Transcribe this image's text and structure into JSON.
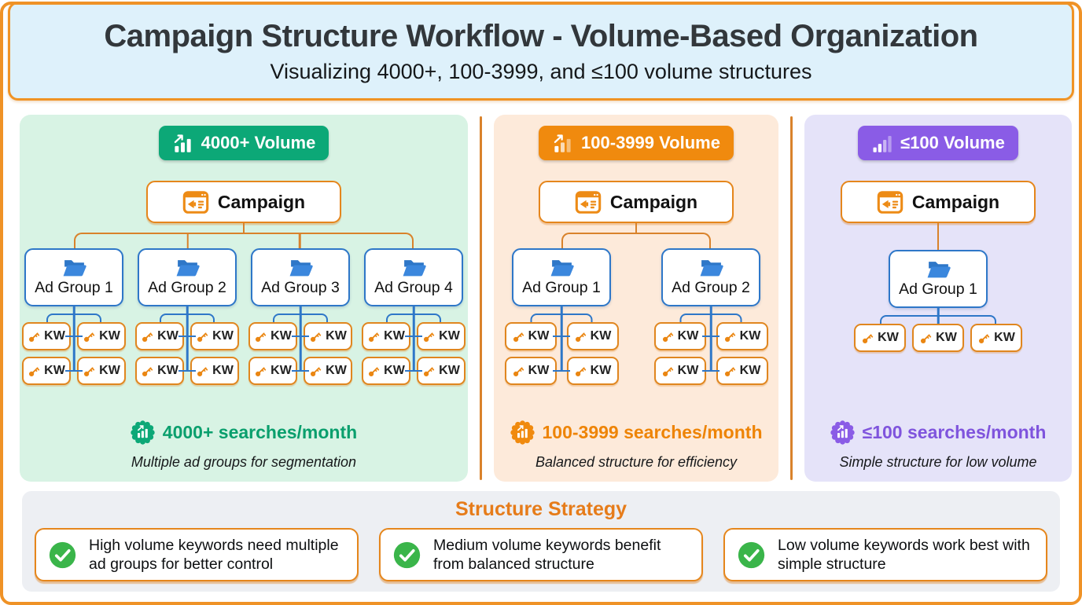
{
  "header": {
    "title": "Campaign Structure Workflow - Volume-Based Organization",
    "subtitle": "Visualizing 4000+, 100-3999, and ≤100 volume structures"
  },
  "columns": [
    {
      "badge_label": "4000+ Volume",
      "badge_color": "#0ca877",
      "background": "#d8f3e4",
      "campaign_label": "Campaign",
      "ad_groups": [
        "Ad Group 1",
        "Ad Group 2",
        "Ad Group 3",
        "Ad Group 4"
      ],
      "kw_label": "KW",
      "keywords_per_group": 4,
      "footer_stat": "4000+ searches/month",
      "footer_note": "Multiple ad groups for segmentation"
    },
    {
      "badge_label": "100-3999 Volume",
      "badge_color": "#f08a0e",
      "background": "#fdeada",
      "campaign_label": "Campaign",
      "ad_groups": [
        "Ad Group 1",
        "Ad Group 2"
      ],
      "kw_label": "KW",
      "keywords_per_group": 4,
      "footer_stat": "100-3999 searches/month",
      "footer_note": "Balanced structure for efficiency"
    },
    {
      "badge_label": "≤100 Volume",
      "badge_color": "#8a5ce6",
      "background": "#e5e3f9",
      "campaign_label": "Campaign",
      "ad_groups": [
        "Ad Group 1"
      ],
      "kw_label": "KW",
      "keywords_per_group": 3,
      "footer_stat": "≤100 searches/month",
      "footer_note": "Simple structure for low volume"
    }
  ],
  "strategy": {
    "title": "Structure Strategy",
    "items": [
      {
        "text": "High volume keywords need multiple ad groups for better control"
      },
      {
        "text": "Medium volume keywords benefit from balanced structure"
      },
      {
        "text": "Low volume keywords work best with simple structure"
      }
    ]
  },
  "colors": {
    "accent_orange": "#e5861c",
    "line_orange": "#d9822b",
    "line_blue": "#2e77c8",
    "green": "#0ca877",
    "orange": "#f08a0e",
    "purple": "#8a5ce6",
    "check_green": "#3ab54a",
    "header_bg": "#def1fb",
    "strategy_bg": "#edeff3"
  }
}
